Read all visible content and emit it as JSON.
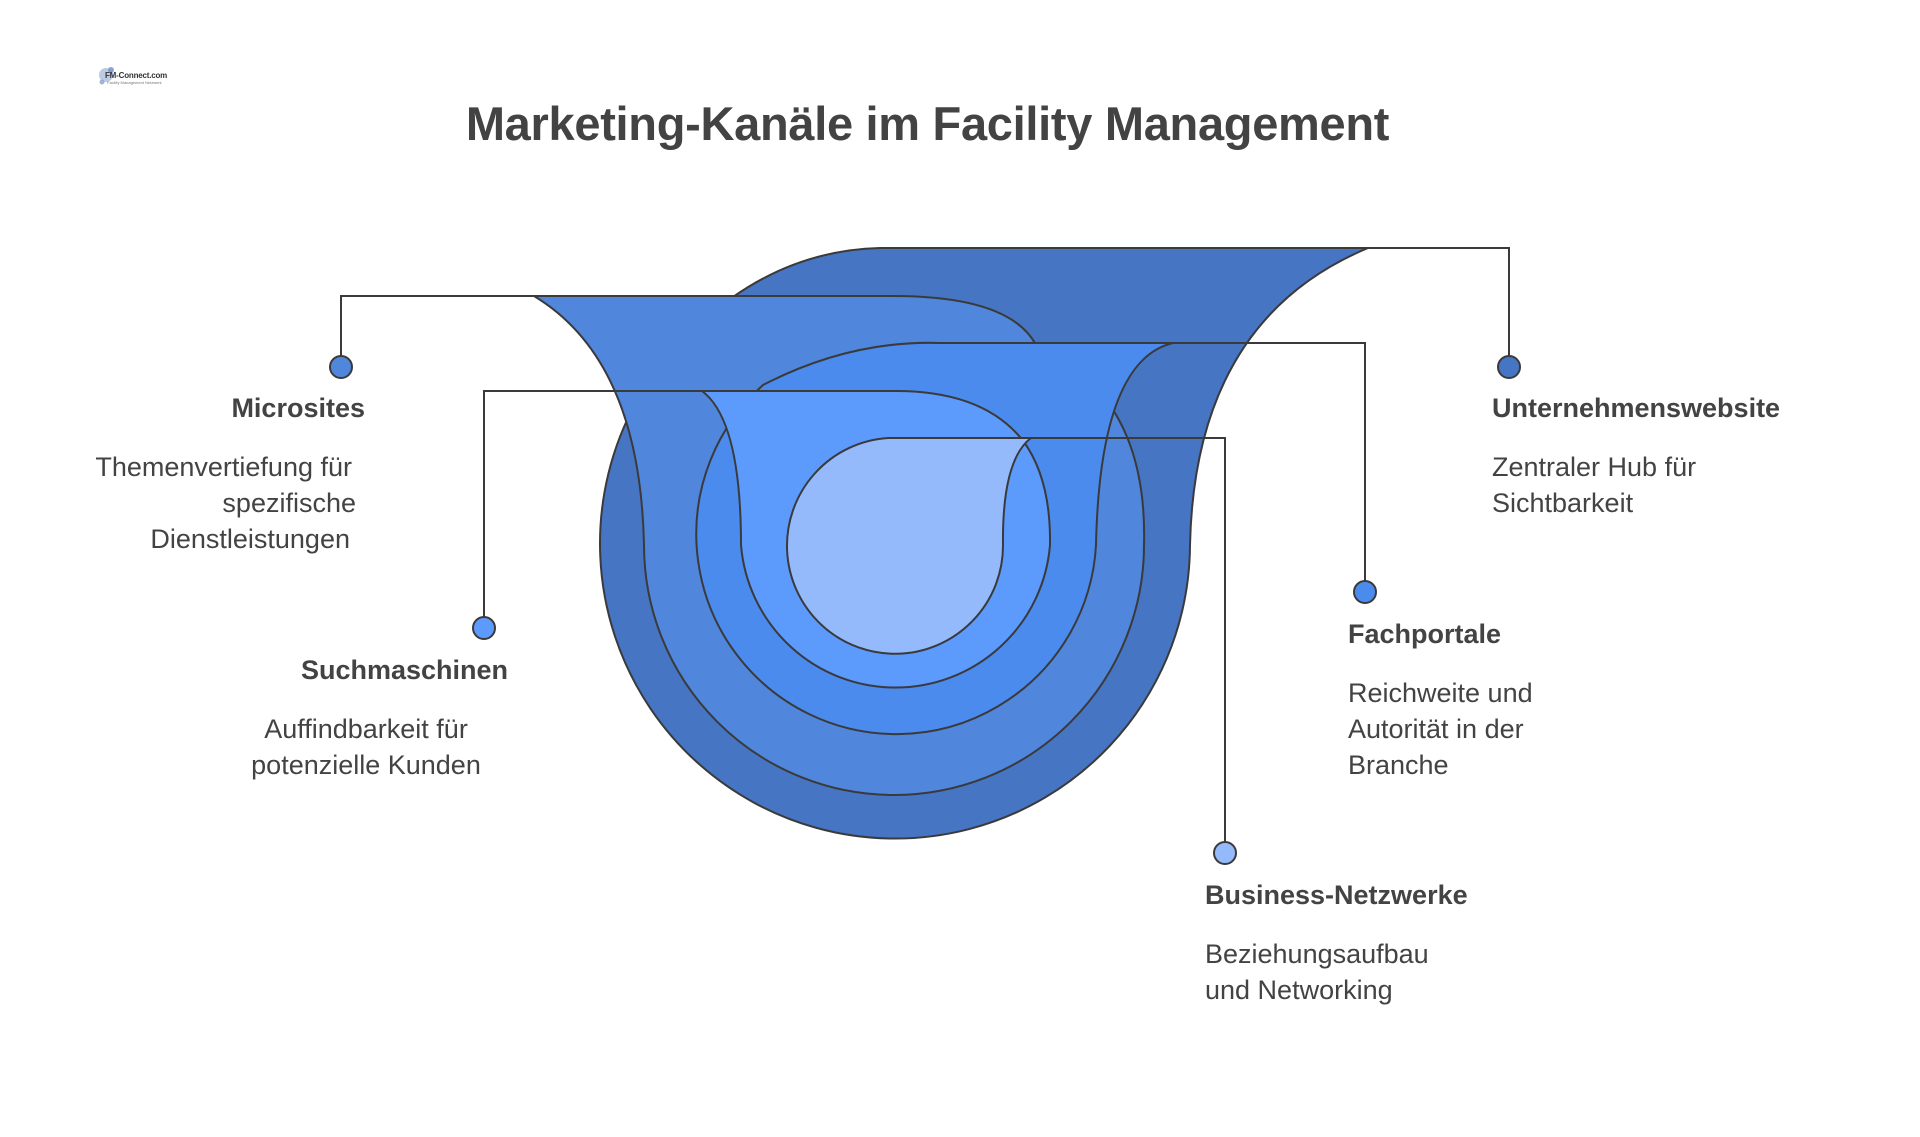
{
  "logo": {
    "text": "FM-Connect.com",
    "tagline": "Facility Management Netzwerk"
  },
  "title": "Marketing-Kanäle im Facility Management",
  "colors": {
    "unternehmenswebsite": "#4675C4",
    "microsites": "#5087DC",
    "fachportale": "#4C8BEE",
    "suchmaschinen": "#5C9AFC",
    "business_netzwerke": "#94BAFC",
    "stroke": "#3a3a3a"
  },
  "channels": [
    {
      "id": "unternehmenswebsite",
      "name": "Unternehmenswebsite",
      "description_lines": [
        "Zentraler Hub für",
        "Sichtbarkeit"
      ]
    },
    {
      "id": "microsites",
      "name": "Microsites",
      "description_lines": [
        "Themenvertiefung für",
        "spezifische",
        "Dienstleistungen"
      ]
    },
    {
      "id": "fachportale",
      "name": "Fachportale",
      "description_lines": [
        "Reichweite und",
        "Autorität in der",
        "Branche"
      ]
    },
    {
      "id": "suchmaschinen",
      "name": "Suchmaschinen",
      "description_lines": [
        "Auffindbarkeit für",
        "potenzielle Kunden"
      ]
    },
    {
      "id": "business_netzwerke",
      "name": "Business-Netzwerke",
      "description_lines": [
        "Beziehungsaufbau",
        "und Networking"
      ]
    }
  ]
}
